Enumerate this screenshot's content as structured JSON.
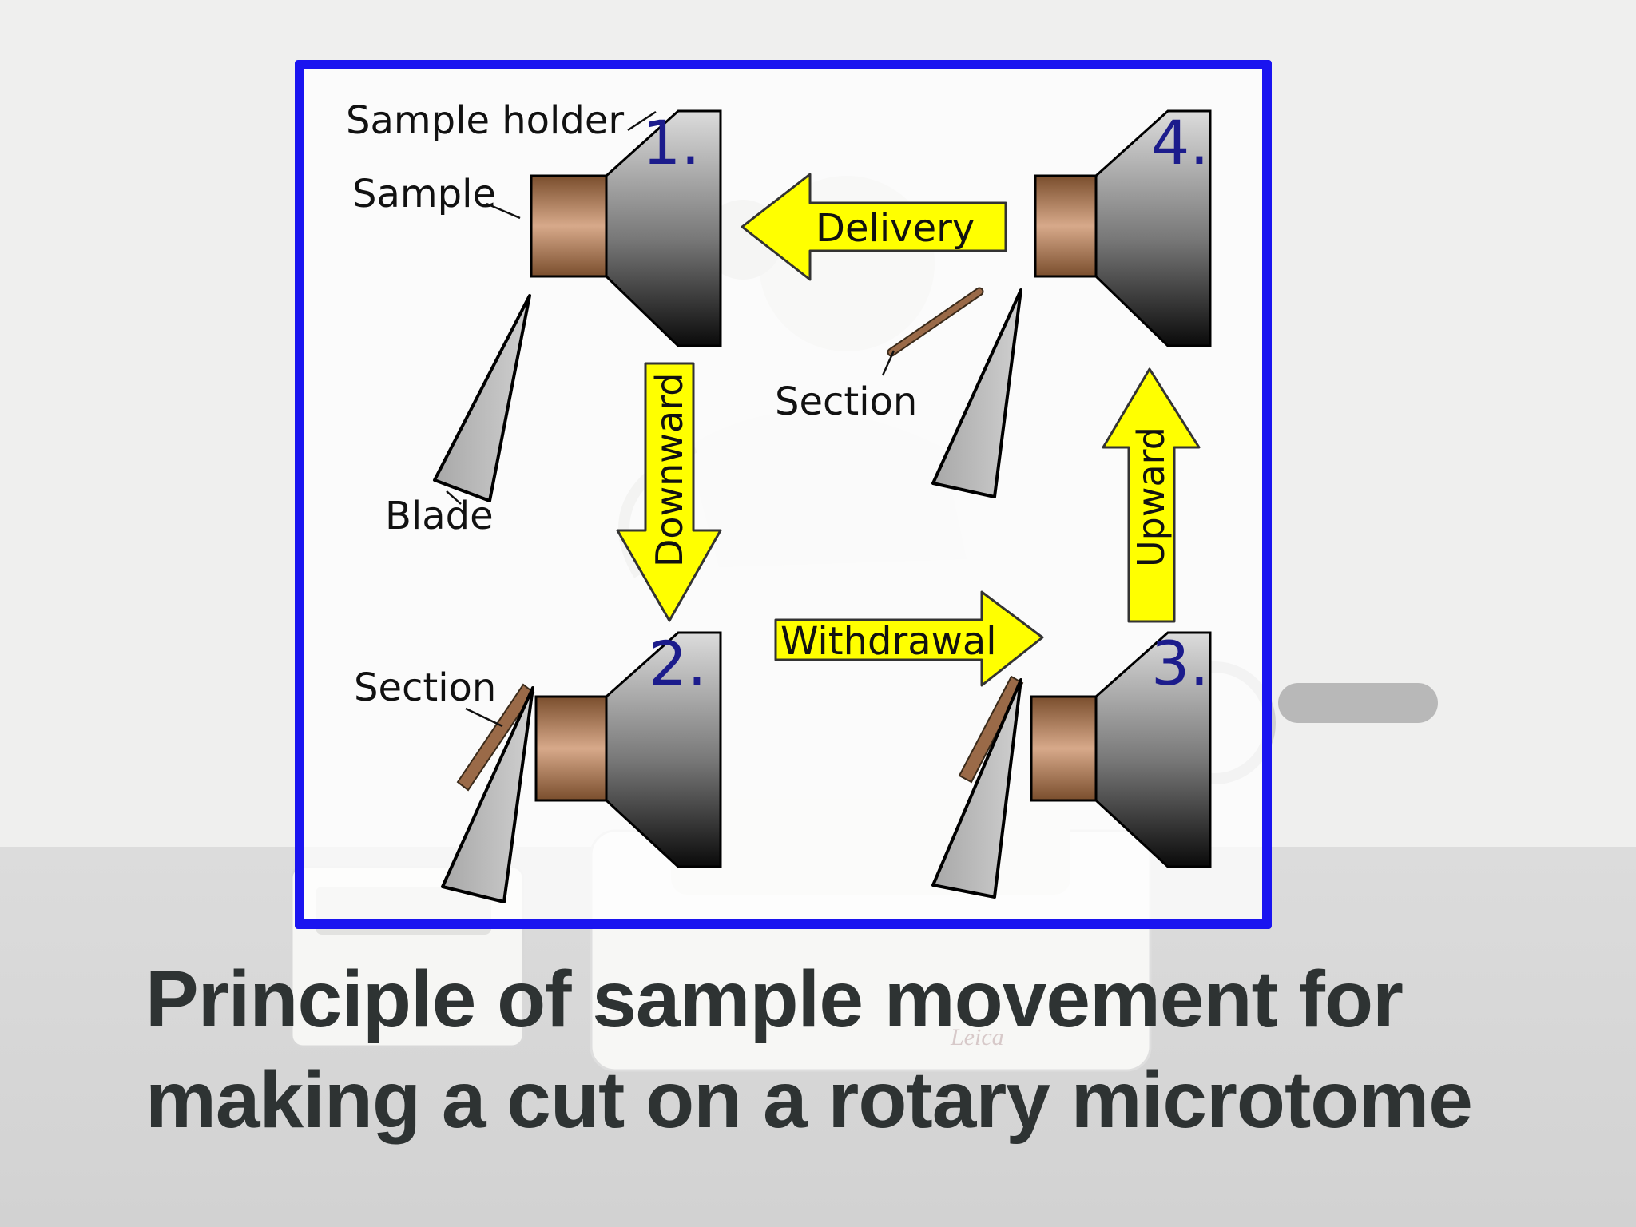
{
  "diagram": {
    "steps": [
      "1.",
      "2.",
      "3.",
      "4."
    ],
    "labels": {
      "sample_holder": "Sample holder",
      "sample": "Sample",
      "blade": "Blade",
      "section_top": "Section",
      "section_bottom": "Section"
    },
    "arrows": {
      "delivery": "Delivery",
      "downward": "Downward",
      "withdrawal": "Withdrawal",
      "upward": "Upward"
    },
    "colors": {
      "frame": "#1a14f0",
      "arrow_fill": "#ffff00",
      "step_number": "#1c1c8c",
      "sample": "#9a6a48",
      "blade": "#b8b8b8"
    }
  },
  "caption": {
    "line1": "Principle of sample movement for",
    "line2": "making a cut on a rotary microtome"
  },
  "background": {
    "brand": "Leica"
  }
}
